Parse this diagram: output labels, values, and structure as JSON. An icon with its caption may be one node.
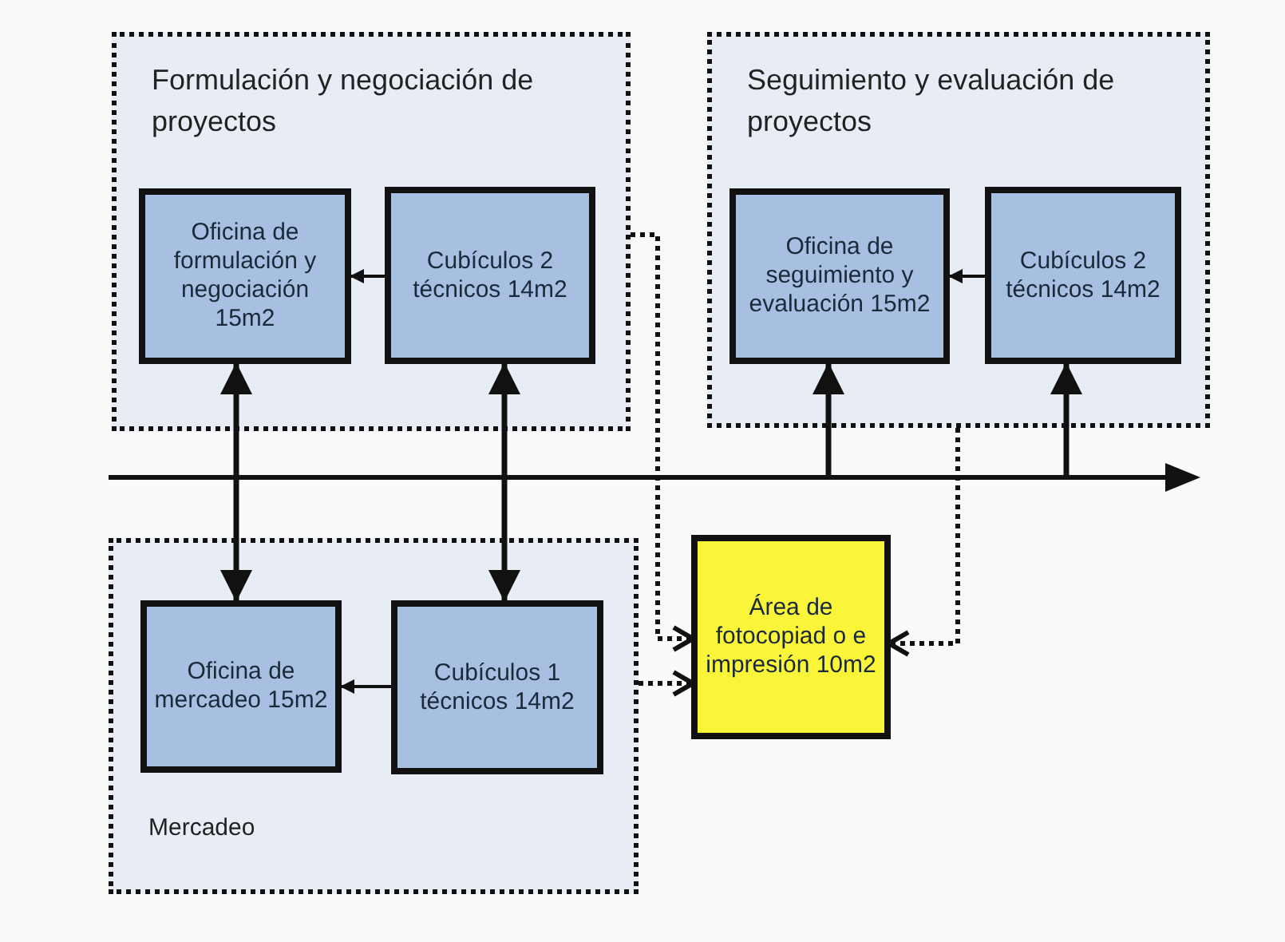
{
  "diagram": {
    "nodes": [
      {
        "text": [
          "Formulación y negociación de proyectos"
        ]
      },
      {
        "text": [
          "Oficina de formulación y negociación 15m2"
        ],
        "in": 0
      },
      {
        "text": [
          "Cubículos 2 técnicos 14m2"
        ],
        "in": 0
      },
      {
        "text": [
          "Seguimiento y evaluación de proyectos"
        ]
      },
      {
        "text": [
          "Oficina de seguimiento y evaluación 15m2"
        ],
        "in": 3
      },
      {
        "text": [
          "Cubículos 2 técnicos 14m2"
        ],
        "in": 3
      },
      {
        "text": [
          "Mercadeo"
        ]
      },
      {
        "text": [
          "Oficina de mercadeo 15m2"
        ],
        "in": 6
      },
      {
        "text": [
          "Cubículos 1 técnicos 14m2"
        ],
        "in": 6
      },
      {
        "text": [
          "Área de fotocopiad o e impresión 10m2"
        ]
      }
    ],
    "edges": [
      {
        "from": 2,
        "to": 1,
        "arrow": "to"
      },
      {
        "from": 5,
        "to": 4,
        "arrow": "to"
      },
      {
        "from": 8,
        "to": 7,
        "arrow": "to"
      },
      {
        "from": 1,
        "to": 7,
        "arrow": "both"
      },
      {
        "from": 2,
        "to": 8,
        "arrow": "both"
      },
      {
        "from": null,
        "to": 4,
        "arrow": "to"
      },
      {
        "from": null,
        "to": 5,
        "arrow": "to"
      },
      {
        "from": 0,
        "to": 9,
        "arrow": "to",
        "style": "dashed"
      },
      {
        "from": 3,
        "to": 9,
        "arrow": "to",
        "style": "dashed"
      },
      {
        "from": 6,
        "to": 9,
        "arrow": "to",
        "style": "dashed"
      }
    ]
  }
}
